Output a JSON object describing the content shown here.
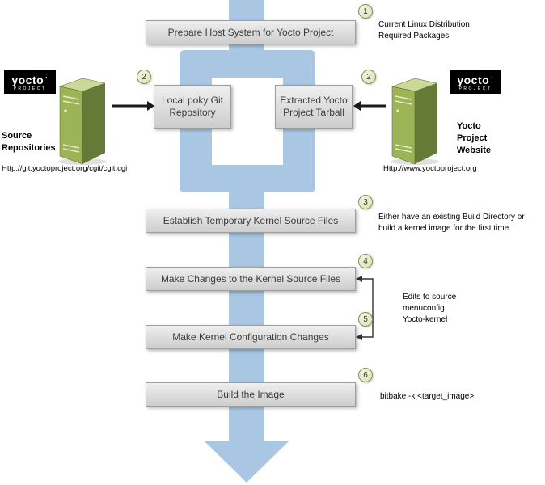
{
  "boxes": {
    "prepare": "Prepare Host System for Yocto Project",
    "local_poky": "Local poky Git Repository",
    "tarball": "Extracted Yocto Project Tarball",
    "establish": "Establish Temporary Kernel Source Files",
    "make_changes": "Make Changes to the Kernel Source Files",
    "kernel_config": "Make Kernel Configuration Changes",
    "build": "Build the Image"
  },
  "badges": {
    "step1": "1",
    "step2_left": "2",
    "step2_right": "2",
    "step3": "3",
    "step4": "4",
    "step5": "5",
    "step6": "6"
  },
  "notes": {
    "step1_lines": [
      "Current Linux Distribution",
      "Required Packages"
    ],
    "step3": "Either have an existing Build Directory or build a kernel image for the first time.",
    "step45_lines": [
      "Edits to source",
      "menuconfig",
      "Yocto-kernel"
    ],
    "step6": "bitbake -k <target_image>"
  },
  "left_source": {
    "label_lines": [
      "Source",
      "Repositories"
    ],
    "url": "Http://git.yoctoproject.org/cgit/cgit.cgi"
  },
  "right_source": {
    "label_lines": [
      "Yocto",
      "Project",
      "Website"
    ],
    "url": "Http://www.yoctoproject.org"
  },
  "logo": {
    "name": "yocto",
    "dot": "·",
    "sub": "PROJECT"
  },
  "colors": {
    "flow_blue": "#a9c7e2",
    "badge_fill": "#d9e3b5",
    "badge_border": "#82924f",
    "server_green": "#9cb356",
    "server_green_dark": "#657a36",
    "server_green_light": "#cbd897",
    "logo_bg": "#000000"
  }
}
